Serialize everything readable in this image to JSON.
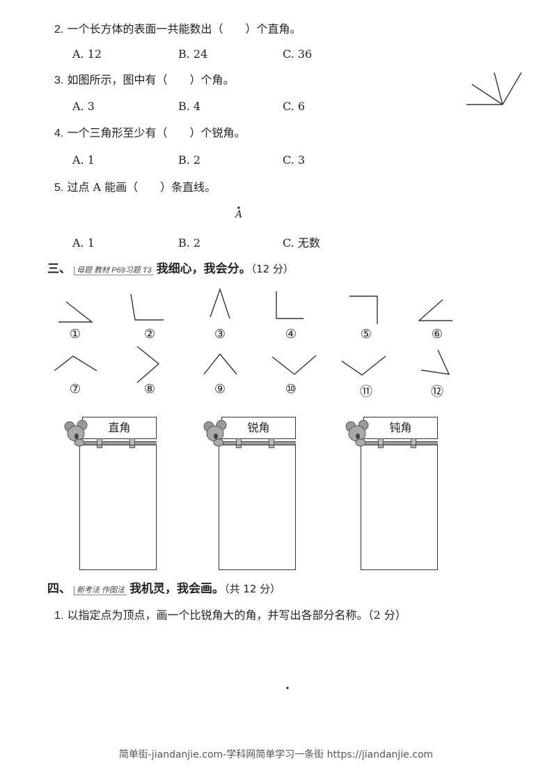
{
  "questions": [
    {
      "num": "2.",
      "text": "一个长方体的表面一共能数出（　　）个直角。",
      "options": [
        "A.  12",
        "B.  24",
        "C.  36"
      ]
    },
    {
      "num": "3.",
      "text": "如图所示，图中有（　　）个角。",
      "options": [
        "A.  3",
        "B.  4",
        "C.  6"
      ]
    },
    {
      "num": "4.",
      "text": "一个三角形至少有（　　）个锐角。",
      "options": [
        "A.  1",
        "B.  2",
        "C.  3"
      ]
    },
    {
      "num": "5.",
      "text": "过点 A 能画（　　）条直线。",
      "point_label": "A",
      "options": [
        "A.  1",
        "B.  2",
        "C.  无数"
      ]
    }
  ],
  "section3": {
    "prefix": "三、",
    "tag": "母题 教材 P69习题 T3",
    "title": "我细心，我会分。",
    "score": "（12 分）",
    "figure_labels": [
      "①",
      "②",
      "③",
      "④",
      "⑤",
      "⑥",
      "⑦",
      "⑧",
      "⑨",
      "⑩",
      "⑪",
      "⑫"
    ],
    "boards": [
      "直角",
      "锐角",
      "钝角"
    ]
  },
  "section4": {
    "prefix": "四、",
    "tag": "新考法 作图法",
    "title": "我机灵，我会画。",
    "score": "（共 12 分）",
    "q1": {
      "num": "1.",
      "text": "以指定点为顶点，画一个比锐角大的角，并写出各部分名称。（2 分）"
    }
  },
  "footer": "简单街-jiandanjie.com-学科网简单学习一条街 https://jiandanjie.com"
}
